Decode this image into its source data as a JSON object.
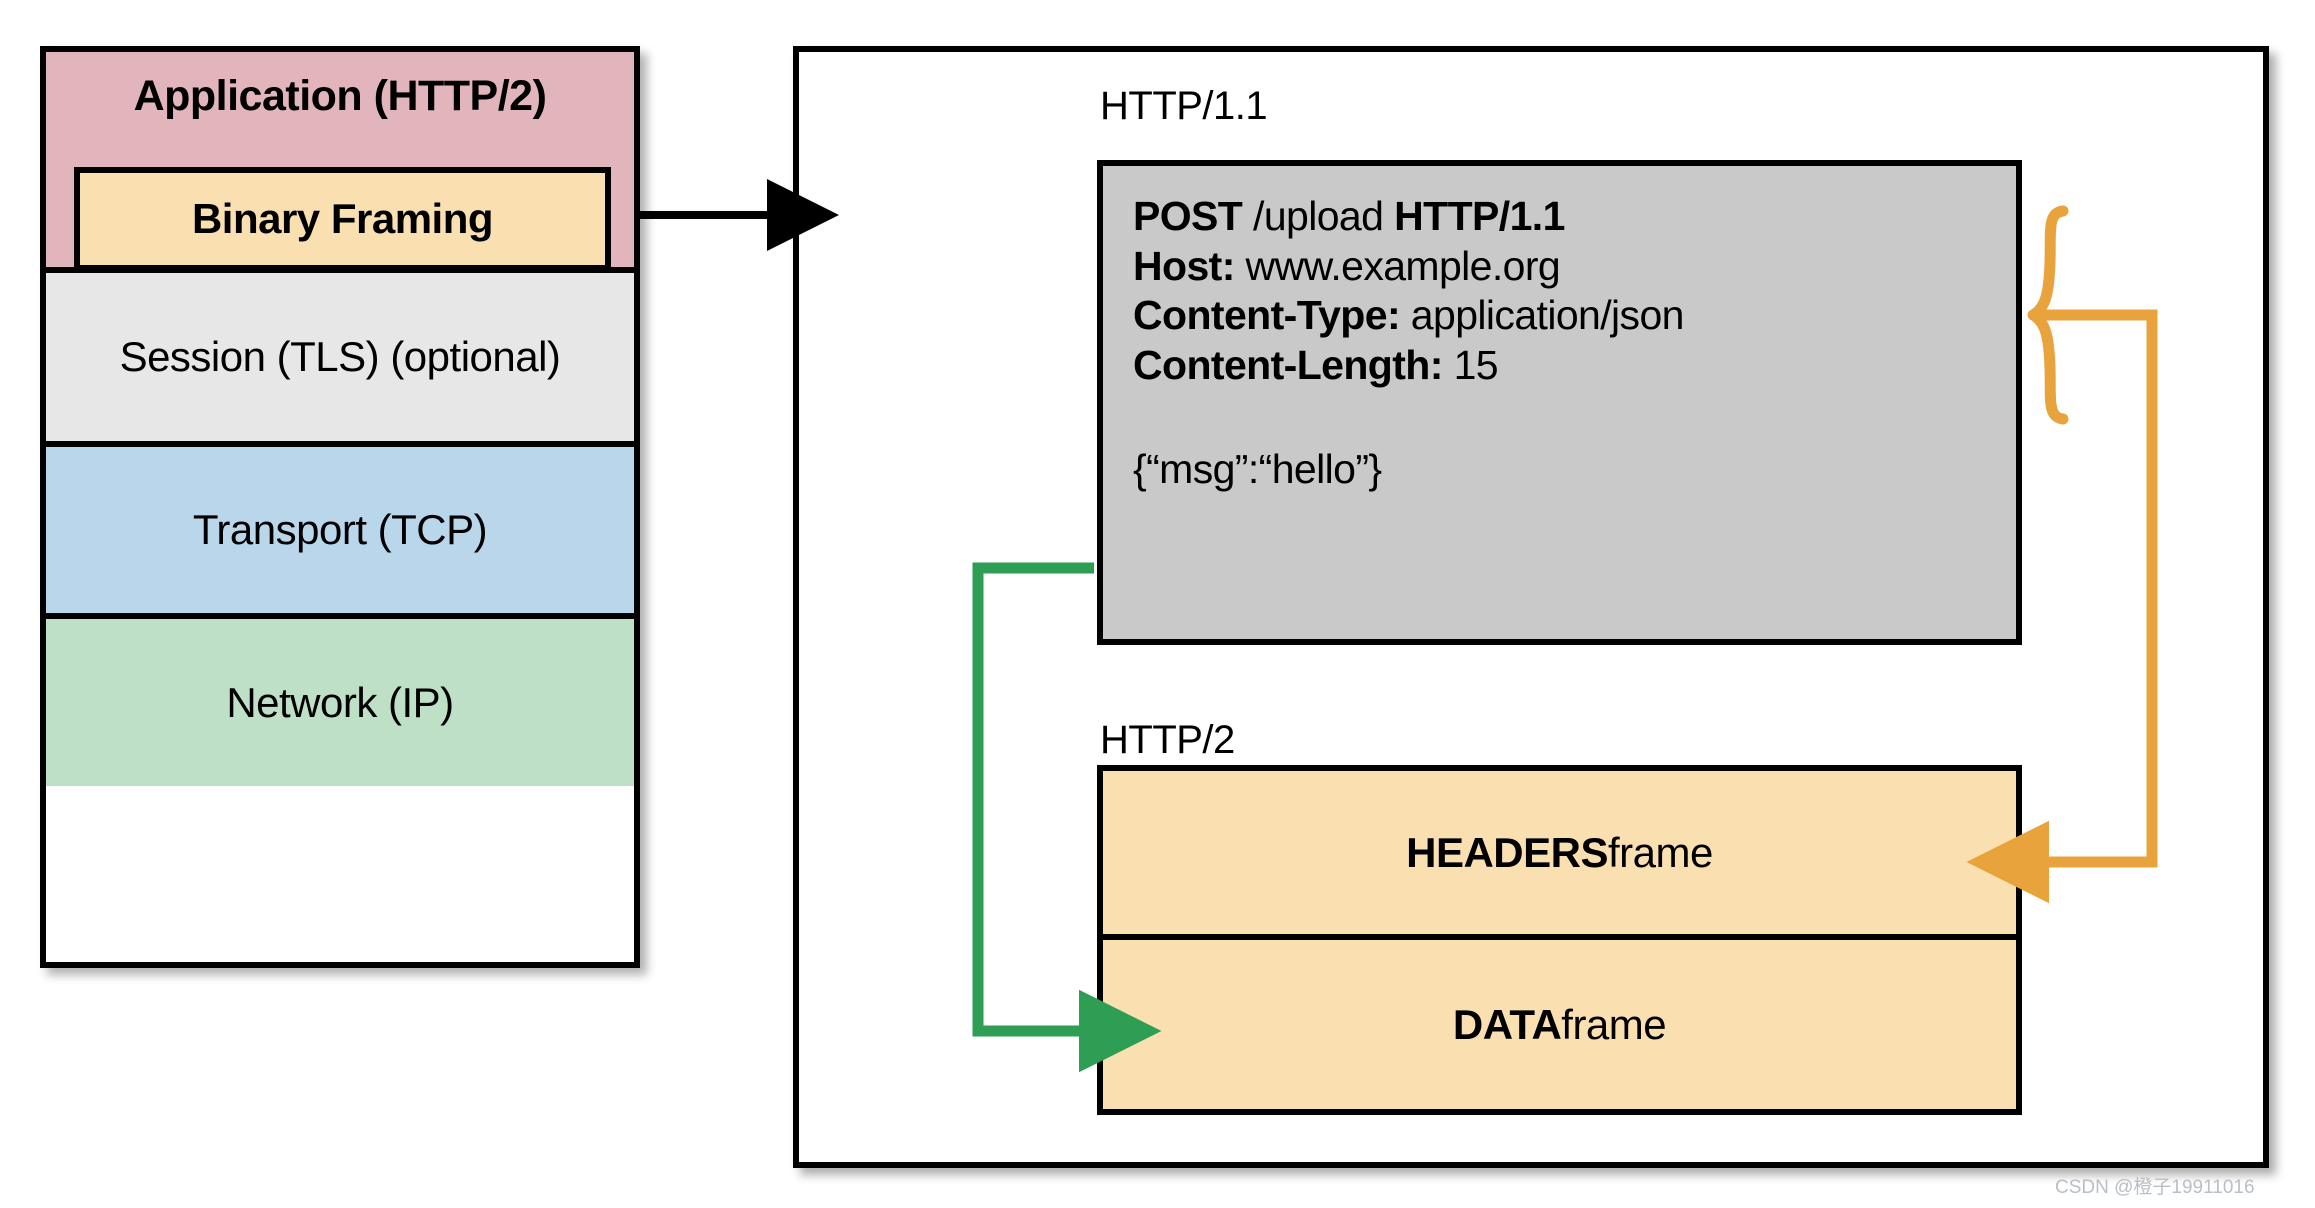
{
  "stack": {
    "layers": [
      {
        "id": "application",
        "label": "Application (HTTP/2)"
      },
      {
        "id": "session",
        "label": "Session (TLS) (optional)"
      },
      {
        "id": "transport",
        "label": "Transport (TCP)"
      },
      {
        "id": "network",
        "label": "Network (IP)"
      }
    ],
    "binary_framing": "Binary Framing"
  },
  "panel": {
    "http11": {
      "caption": "HTTP/1.1",
      "request_lines": [
        {
          "key": "POST",
          "value": " /upload ",
          "key2": "HTTP/1.1"
        },
        {
          "key": "Host:",
          "value": " www.example.org"
        },
        {
          "key": "Content-Type:",
          "value": " application/json"
        },
        {
          "key": "Content-Length:",
          "value": " 15"
        }
      ],
      "body": "{“msg”:“hello”}"
    },
    "http2": {
      "caption": "HTTP/2",
      "frames": [
        {
          "id": "headers",
          "name": "HEADERS",
          "suffix": " frame"
        },
        {
          "id": "data",
          "name": "DATA",
          "suffix": " frame"
        }
      ]
    }
  },
  "connectors": {
    "stack_to_panel": "black-arrow",
    "headers_mapping": "orange-brace-arrow",
    "body_mapping": "green-arrow"
  },
  "colors": {
    "application": "#e2b5bd",
    "binary_framing": "#fadfb1",
    "session": "#e7e7e7",
    "transport": "#bad6ea",
    "network": "#bde0c6",
    "request_box": "#c9c9c9",
    "frame_box": "#fadfb1",
    "orange_connector": "#e8a33d",
    "green_connector": "#2e9e55",
    "outline": "#000000"
  },
  "watermark": "CSDN @橙子19911016"
}
